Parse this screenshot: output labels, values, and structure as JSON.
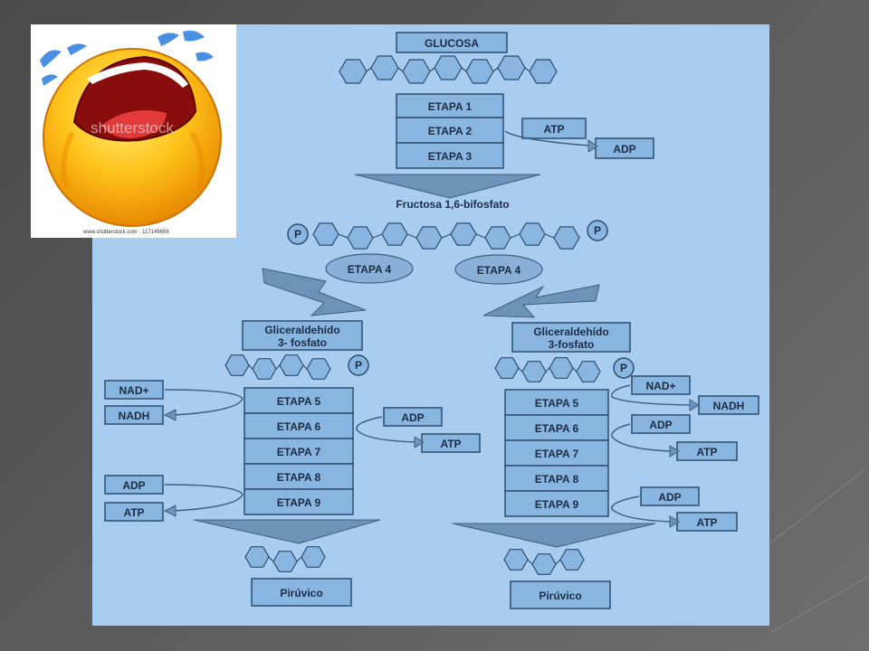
{
  "slide": {
    "background_color": "#4f4f4f",
    "panel_color": "#a9cdf1"
  },
  "image": {
    "watermark": "shutterstock",
    "credit": "www.shutterstock.com · 117149659",
    "emoji": "crying-face-emoji"
  },
  "diagram": {
    "glucose_label": "GLUCOSA",
    "stages_top": [
      "ETAPA 1",
      "ETAPA 2",
      "ETAPA 3"
    ],
    "top_atp": "ATP",
    "top_adp": "ADP",
    "fructose_label": "Fructosa 1,6-bifosfato",
    "phosphate": "P",
    "stage4_left": "ETAPA 4",
    "stage4_right": "ETAPA 4",
    "g3p_left": [
      "Gliceraldehído",
      "3- fosfato"
    ],
    "g3p_right": [
      "Gliceraldehído",
      "3-fosfato"
    ],
    "stages_bottom": [
      "ETAPA 5",
      "ETAPA 6",
      "ETAPA 7",
      "ETAPA 8",
      "ETAPA 9"
    ],
    "left_inputs": {
      "nad": "NAD+",
      "nadh": "NADH",
      "adp": "ADP",
      "atp": "ATP"
    },
    "left_stage6": {
      "adp": "ADP",
      "atp": "ATP"
    },
    "right_stage5": {
      "nad": "NAD+",
      "nadh": "NADH"
    },
    "right_stage6": {
      "adp": "ADP",
      "atp": "ATP"
    },
    "right_stage9": {
      "adp": "ADP",
      "atp": "ATP"
    },
    "pyruvate_left": "Pirúvico",
    "pyruvate_right": "Pirúvico",
    "colors": {
      "box_fill": "#88b6e0",
      "box_stroke": "#2e4d6e",
      "arrow": "#6e93b8",
      "text": "#1c2c44"
    }
  }
}
